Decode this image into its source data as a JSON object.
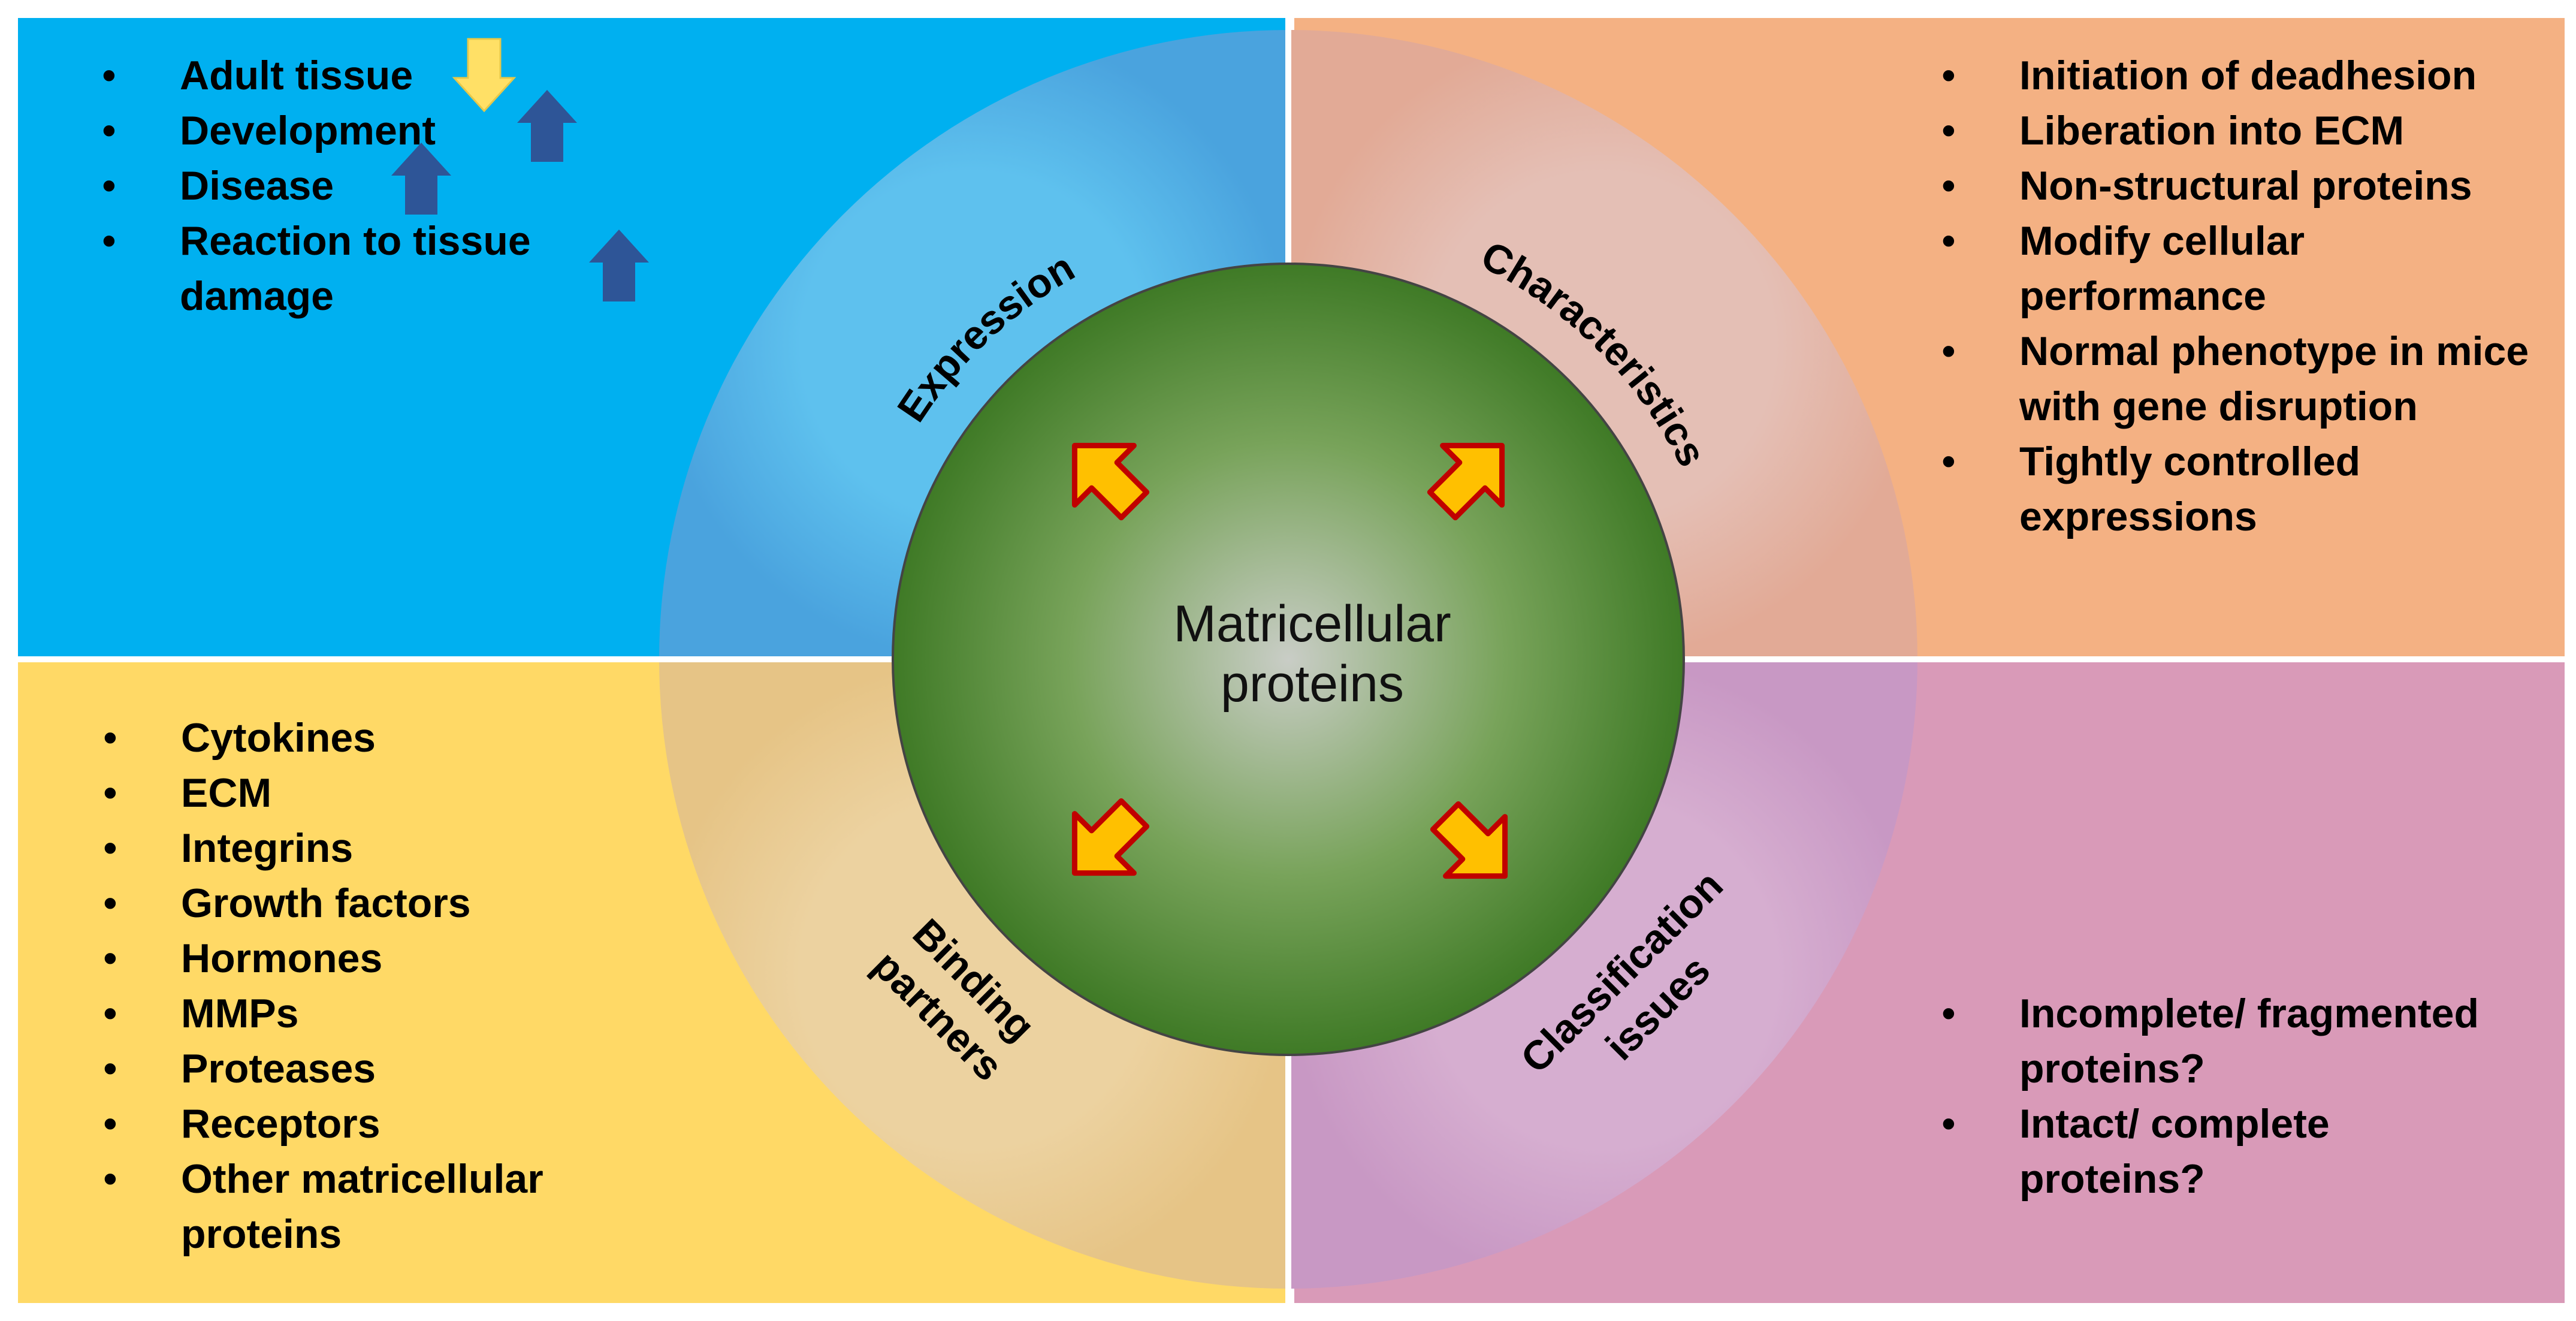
{
  "center_label": [
    "Matricellular",
    "proteins"
  ],
  "ring_labels": {
    "expression": "Expression",
    "characteristics": "Characteristics",
    "binding": [
      "Binding",
      "partners"
    ],
    "classification": [
      "Classification",
      "issues"
    ]
  },
  "expression_items": [
    "Adult tissue",
    "Development",
    "Disease",
    "Reaction to tissue damage"
  ],
  "expression_trend_icons": [
    "down-arrow-icon",
    "up-arrow-icon",
    "up-arrow-icon",
    "up-arrow-icon"
  ],
  "characteristics_items": [
    "Initiation of deadhesion",
    "Liberation into ECM",
    "Non-structural proteins",
    "Modify cellular performance",
    "Normal phenotype in mice with gene disruption",
    "Tightly controlled expressions"
  ],
  "binding_items": [
    "Cytokines",
    "ECM",
    "Integrins",
    "Growth factors",
    "Hormones",
    "MMPs",
    "Proteases",
    "Receptors",
    "Other matricellular proteins"
  ],
  "classification_items": [
    "Incomplete/ fragmented proteins?",
    "Intact/ complete proteins?"
  ],
  "colors": {
    "expression_bg": "#00b0f0",
    "characteristics_bg": "#f4b183",
    "binding_bg": "#ffd966",
    "classification_bg": "#d99ab8",
    "center_sphere": "#4e8a34",
    "arrow_fill": "#ffc000",
    "arrow_outline": "#c00000",
    "trend_up": "#2e5597",
    "trend_down": "#ffe066"
  }
}
